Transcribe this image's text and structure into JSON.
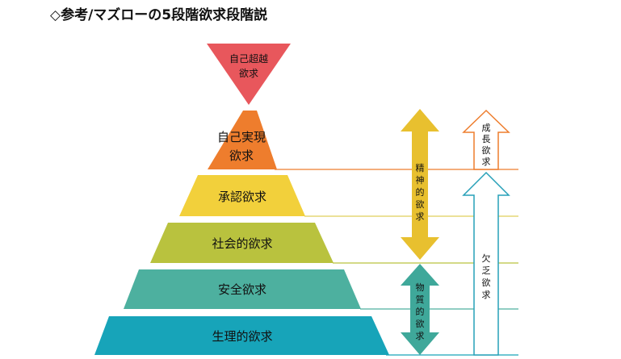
{
  "title": "◇参考/マズローの5段階欲求段階説",
  "top_triangle": {
    "line1": "自己超越",
    "line2": "欲求",
    "color": "#e8575c"
  },
  "levels": [
    {
      "label_line1": "自己実現",
      "label_line2": "欲求",
      "color": "#ee7d2d"
    },
    {
      "label": "承認欲求",
      "color": "#f2d03b"
    },
    {
      "label": "社会的欲求",
      "color": "#b9c23e"
    },
    {
      "label": "安全欲求",
      "color": "#4db09f"
    },
    {
      "label": "生理的欲求",
      "color": "#17a4b9"
    }
  ],
  "arrows": {
    "spiritual": {
      "chars": [
        "精",
        "神",
        "的",
        "欲",
        "求"
      ],
      "color": "#e8c02f"
    },
    "material": {
      "chars": [
        "物",
        "質",
        "的",
        "欲",
        "求"
      ],
      "color": "#3fa89a"
    },
    "growth": {
      "chars": [
        "成",
        "長",
        "欲",
        "求"
      ],
      "color": "#ee7d2d"
    },
    "deficiency": {
      "chars": [
        "欠",
        "乏",
        "欲",
        "求"
      ],
      "color": "#27a0b8"
    }
  }
}
